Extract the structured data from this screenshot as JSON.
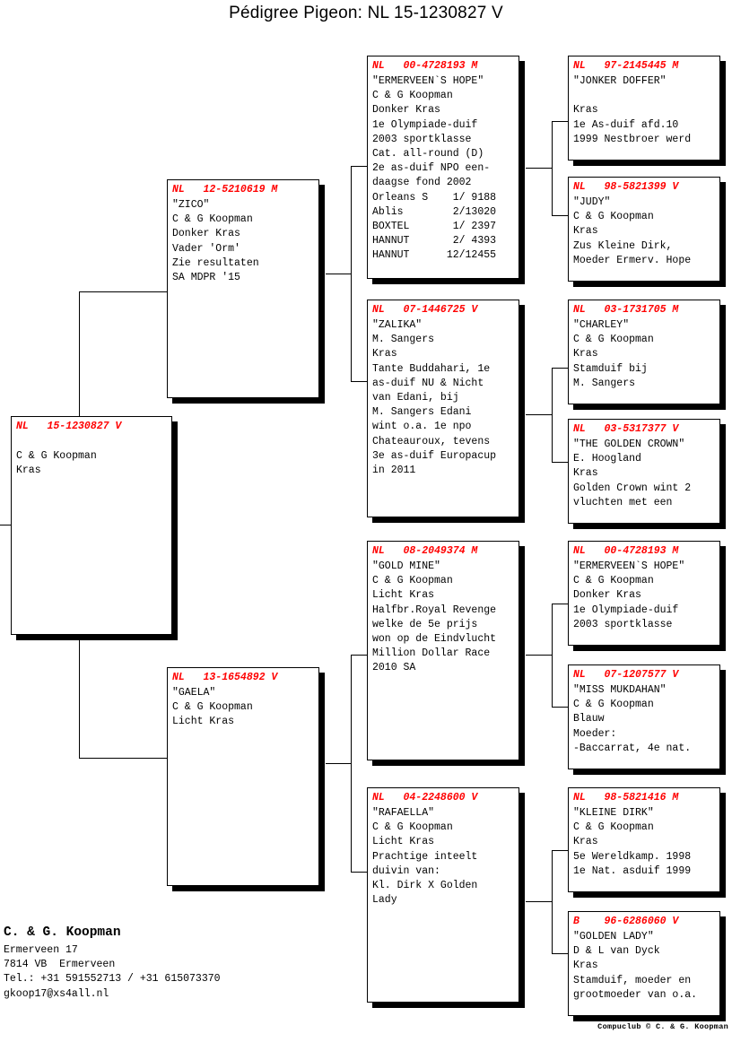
{
  "page": {
    "title": "Pédigree Pigeon: NL  15-1230827 V",
    "credit": "Compuclub © C. & G. Koopman"
  },
  "owner": {
    "name": "C. & G. Koopman",
    "address": "Ermerveen 17\n7814 VB  Ermerveen\nTel.: +31 591552713 / +31 615073370\ngkoop17@xs4all.nl"
  },
  "colors": {
    "header_red": "#ff0000",
    "text_black": "#000000",
    "box_background": "#ffffff",
    "shadow": "#000000"
  },
  "boxes": {
    "subject": {
      "header": "NL   15-1230827 V",
      "body": "\nC & G Koopman\nKras"
    },
    "sire": {
      "header": "NL   12-5210619 M",
      "body": "\"ZICO\"\nC & G Koopman\nDonker Kras\nVader 'Orm'\nZie resultaten\nSA MDPR '15"
    },
    "dam": {
      "header": "NL   13-1654892 V",
      "body": "\"GAELA\"\nC & G Koopman\nLicht Kras"
    },
    "sire_sire": {
      "header": "NL   00-4728193 M",
      "body": "\"ERMERVEEN`S HOPE\"\nC & G Koopman\nDonker Kras\n1e Olympiade-duif\n2003 sportklasse\nCat. all-round (D)\n2e as-duif NPO een-\ndaagse fond 2002\nOrleans S    1/ 9188\nAblis        2/13020\nBOXTEL       1/ 2397\nHANNUT       2/ 4393\nHANNUT      12/12455"
    },
    "sire_dam": {
      "header": "NL   07-1446725 V",
      "body": "\"ZALIKA\"\nM. Sangers\nKras\nTante Buddahari, 1e\nas-duif NU & Nicht\nvan Edani, bij\nM. Sangers Edani\nwint o.a. 1e npo\nChateauroux, tevens\n3e as-duif Europacup\nin 2011"
    },
    "dam_sire": {
      "header": "NL   08-2049374 M",
      "body": "\"GOLD MINE\"\nC & G Koopman\nLicht Kras\nHalfbr.Royal Revenge\nwelke de 5e prijs\nwon op de Eindvlucht\nMillion Dollar Race\n2010 SA"
    },
    "dam_dam": {
      "header": "NL   04-2248600 V",
      "body": "\"RAFAELLA\"\nC & G Koopman\nLicht Kras\nPrachtige inteelt\nduivin van:\nKl. Dirk X Golden\nLady"
    },
    "ss_sire": {
      "header": "NL   97-2145445 M",
      "body": "\"JONKER DOFFER\"\n\nKras\n1e As-duif afd.10\n1999 Nestbroer werd"
    },
    "ss_dam": {
      "header": "NL   98-5821399 V",
      "body": "\"JUDY\"\nC & G Koopman\nKras\nZus Kleine Dirk,\nMoeder Ermerv. Hope"
    },
    "sd_sire": {
      "header": "NL   03-1731705 M",
      "body": "\"CHARLEY\"\nC & G Koopman\nKras\nStamduif bij\nM. Sangers"
    },
    "sd_dam": {
      "header": "NL   03-5317377 V",
      "body": "\"THE GOLDEN CROWN\"\nE. Hoogland\nKras\nGolden Crown wint 2\nvluchten met een"
    },
    "ds_sire": {
      "header": "NL   00-4728193 M",
      "body": "\"ERMERVEEN`S HOPE\"\nC & G Koopman\nDonker Kras\n1e Olympiade-duif\n2003 sportklasse"
    },
    "ds_dam": {
      "header": "NL   07-1207577 V",
      "body": "\"MISS MUKDAHAN\"\nC & G Koopman\nBlauw\nMoeder:\n-Baccarrat, 4e nat."
    },
    "dd_sire": {
      "header": "NL   98-5821416 M",
      "body": "\"KLEINE DIRK\"\nC & G Koopman\nKras\n5e Wereldkamp. 1998\n1e Nat. asduif 1999"
    },
    "dd_dam": {
      "header": "B    96-6286060 V",
      "body": "\"GOLDEN LADY\"\nD & L van Dyck\nKras\nStamduif, moeder en\ngrootmoeder van o.a."
    }
  }
}
